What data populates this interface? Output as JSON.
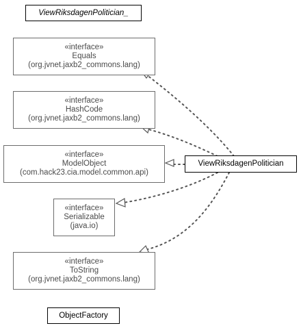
{
  "diagram": {
    "nodes": {
      "view_politician_meta": {
        "label": "ViewRiksdagenPolitician_"
      },
      "equals": {
        "stereotype": "«interface»",
        "name": "Equals",
        "package": "(org.jvnet.jaxb2_commons.lang)"
      },
      "hashcode": {
        "stereotype": "«interface»",
        "name": "HashCode",
        "package": "(org.jvnet.jaxb2_commons.lang)"
      },
      "modelobject": {
        "stereotype": "«interface»",
        "name": "ModelObject",
        "package": "(com.hack23.cia.model.common.api)"
      },
      "serializable": {
        "stereotype": "«interface»",
        "name": "Serializable",
        "package": "(java.io)"
      },
      "tostring": {
        "stereotype": "«interface»",
        "name": "ToString",
        "package": "(org.jvnet.jaxb2_commons.lang)"
      },
      "view_politician": {
        "label": "ViewRiksdagenPolitician"
      },
      "object_factory": {
        "label": "ObjectFactory"
      }
    },
    "edges": [
      {
        "from": "view_politician",
        "to": "equals",
        "kind": "realization"
      },
      {
        "from": "view_politician",
        "to": "hashcode",
        "kind": "realization"
      },
      {
        "from": "view_politician",
        "to": "modelobject",
        "kind": "realization"
      },
      {
        "from": "view_politician",
        "to": "serializable",
        "kind": "realization"
      },
      {
        "from": "view_politician",
        "to": "tostring",
        "kind": "realization"
      }
    ],
    "colors": {
      "edge": "#555555",
      "border_main": "#000000",
      "border_interface": "#6b6b6b",
      "text_interface": "#4a4a4a"
    }
  }
}
